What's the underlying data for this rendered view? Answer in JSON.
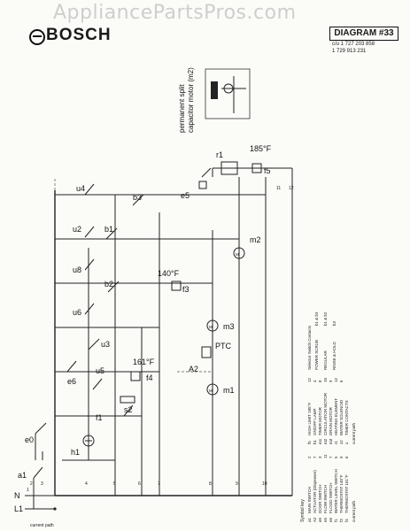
{
  "watermark": "AppliancePartsPros.com",
  "brand": "BOSCH",
  "diagram_title": "DIAGRAM #33",
  "part_numbers": [
    "c/u 1 727 203 858",
    "1 729 913 231"
  ],
  "motor_label": [
    "permanent split",
    "capacitor motor (m2)"
  ],
  "supply": {
    "line": "L1",
    "neutral": "N"
  },
  "switches": [
    "a1",
    "e0",
    "f1",
    "s2",
    "u5",
    "e6",
    "u3",
    "u6",
    "b2",
    "u8",
    "b1",
    "u2",
    "b3",
    "u4",
    "e5"
  ],
  "components": [
    "h1",
    "f4",
    "A2",
    "m1",
    "m3",
    "f3",
    "m2",
    "r1",
    "f5"
  ],
  "temps": [
    "161°F",
    "140°F",
    "185°F"
  ],
  "ptc": "PTC",
  "current_path_label": "current path",
  "bottom_numbers": [
    "1",
    "2",
    "3",
    "4",
    "5",
    "6",
    "7",
    "8",
    "9",
    "10",
    "11",
    "12"
  ],
  "symbol_key_title": "Symbol key",
  "symbol_key": [
    {
      "sym": "a1",
      "name": "MAIN SWITCH",
      "path": "2"
    },
    {
      "sym": "A2",
      "name": "ACTUATOR (Dispenser)",
      "path": "7"
    },
    {
      "sym": "e0",
      "name": "DOOR SWITCH",
      "path": "3"
    },
    {
      "sym": "e5",
      "name": "FLOW SWITCH",
      "path": "11"
    },
    {
      "sym": "e6",
      "name": "FLOOD SWITCH",
      "path": "7"
    },
    {
      "sym": "f1",
      "name": "WATER LEVEL SWITCH",
      "path": "5"
    },
    {
      "sym": "f3",
      "name": "THERMOSTAT 140°F",
      "path": "9"
    },
    {
      "sym": "f4",
      "name": "THERMOSTAT 161°F",
      "path": "6"
    }
  ],
  "symbol_key2": [
    {
      "sym": "f5",
      "name": "HIGH LIMIT 185°F",
      "path": "12"
    },
    {
      "sym": "h1",
      "name": "ON/OFF LAMP",
      "path": "4"
    },
    {
      "sym": "m1",
      "name": "TIMER MOTOR",
      "path": "8"
    },
    {
      "sym": "m2",
      "name": "CIRCULATION MOTOR",
      "path": "10"
    },
    {
      "sym": "m3",
      "name": "DRAIN MOTOR",
      "path": "9"
    },
    {
      "sym": "r1",
      "name": "HEATING ELEMENT",
      "path": "12"
    },
    {
      "sym": "s2",
      "name": "WATER SOLENOID",
      "path": "6"
    },
    {
      "sym": "u",
      "name": "TIMER CONTACTS",
      "path": ""
    }
  ],
  "selector_title": "Selector Switch Contacts",
  "selector": [
    {
      "program": "POWER SCRUB",
      "contacts": "b1 & b3"
    },
    {
      "program": "REGULAR",
      "contacts": "b1 & b2"
    },
    {
      "program": "RINSE & HOLD",
      "contacts": "b3"
    }
  ]
}
